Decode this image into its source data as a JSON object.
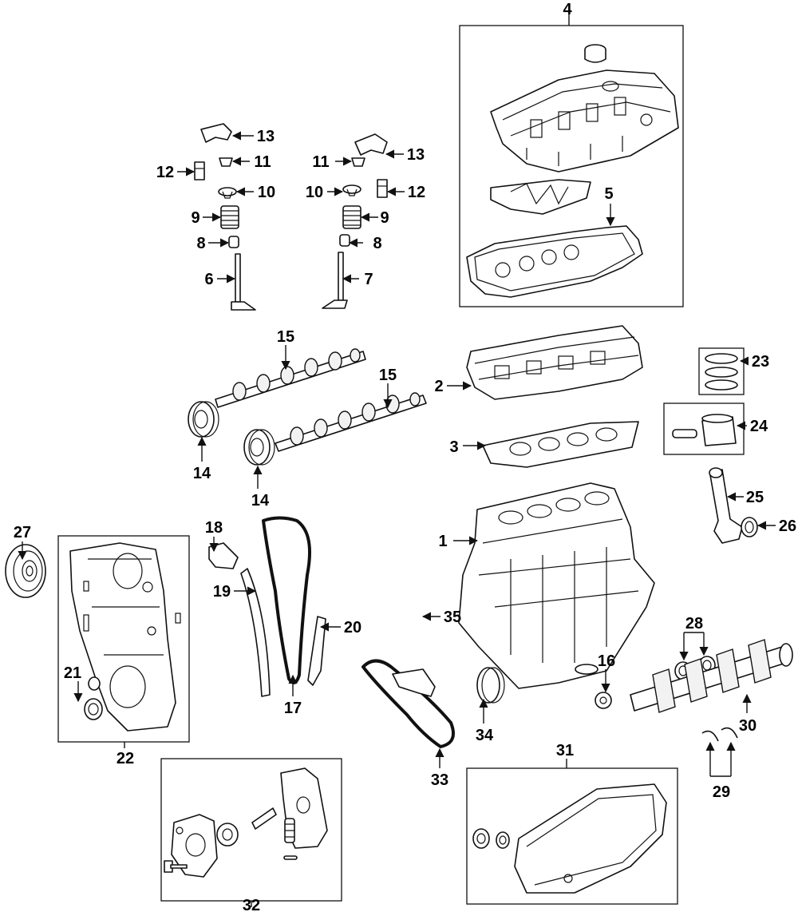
{
  "callouts": [
    {
      "id": "c1",
      "text": "1"
    },
    {
      "id": "c2",
      "text": "2"
    },
    {
      "id": "c3",
      "text": "3"
    },
    {
      "id": "c4",
      "text": "4"
    },
    {
      "id": "c5",
      "text": "5"
    },
    {
      "id": "c6",
      "text": "6"
    },
    {
      "id": "c7",
      "text": "7"
    },
    {
      "id": "c8a",
      "text": "8"
    },
    {
      "id": "c8b",
      "text": "8"
    },
    {
      "id": "c9a",
      "text": "9"
    },
    {
      "id": "c9b",
      "text": "9"
    },
    {
      "id": "c10a",
      "text": "10"
    },
    {
      "id": "c10b",
      "text": "10"
    },
    {
      "id": "c11a",
      "text": "11"
    },
    {
      "id": "c11b",
      "text": "11"
    },
    {
      "id": "c12a",
      "text": "12"
    },
    {
      "id": "c12b",
      "text": "12"
    },
    {
      "id": "c13a",
      "text": "13"
    },
    {
      "id": "c13b",
      "text": "13"
    },
    {
      "id": "c14a",
      "text": "14"
    },
    {
      "id": "c14b",
      "text": "14"
    },
    {
      "id": "c15a",
      "text": "15"
    },
    {
      "id": "c15b",
      "text": "15"
    },
    {
      "id": "c16",
      "text": "16"
    },
    {
      "id": "c17",
      "text": "17"
    },
    {
      "id": "c18",
      "text": "18"
    },
    {
      "id": "c19",
      "text": "19"
    },
    {
      "id": "c20",
      "text": "20"
    },
    {
      "id": "c21",
      "text": "21"
    },
    {
      "id": "c22",
      "text": "22"
    },
    {
      "id": "c23",
      "text": "23"
    },
    {
      "id": "c24",
      "text": "24"
    },
    {
      "id": "c25",
      "text": "25"
    },
    {
      "id": "c26",
      "text": "26"
    },
    {
      "id": "c27",
      "text": "27"
    },
    {
      "id": "c28",
      "text": "28"
    },
    {
      "id": "c29",
      "text": "29"
    },
    {
      "id": "c30",
      "text": "30"
    },
    {
      "id": "c31",
      "text": "31"
    },
    {
      "id": "c32",
      "text": "32"
    },
    {
      "id": "c33",
      "text": "33"
    },
    {
      "id": "c34",
      "text": "34"
    },
    {
      "id": "c35",
      "text": "35"
    }
  ]
}
